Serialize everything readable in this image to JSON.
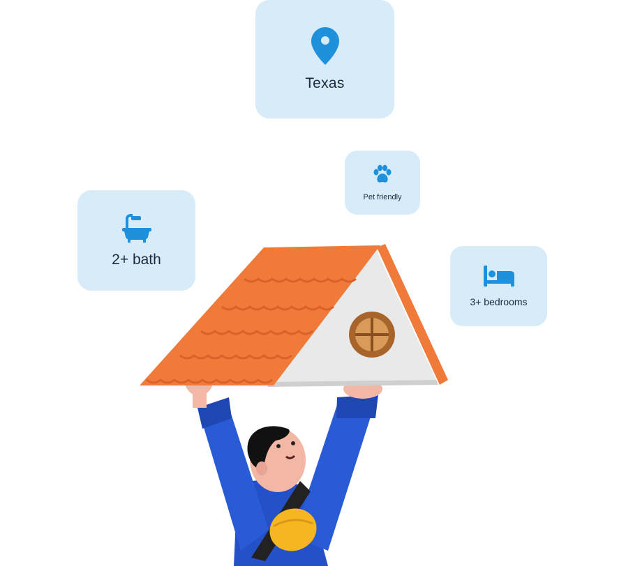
{
  "cards": {
    "location": {
      "label": "Texas",
      "icon": "location-pin-icon"
    },
    "pet": {
      "label": "Pet friendly",
      "icon": "paw-icon"
    },
    "bath": {
      "label": "2+ bath",
      "icon": "bathtub-icon"
    },
    "bed": {
      "label": "3+ bedrooms",
      "icon": "bed-icon"
    }
  },
  "colors": {
    "card_background": "#d7ebf8",
    "icon_blue": "#1e90dc",
    "roof_orange": "#f07a3a",
    "shirt_blue": "#2450c8",
    "text_dark": "#1d2a44"
  }
}
